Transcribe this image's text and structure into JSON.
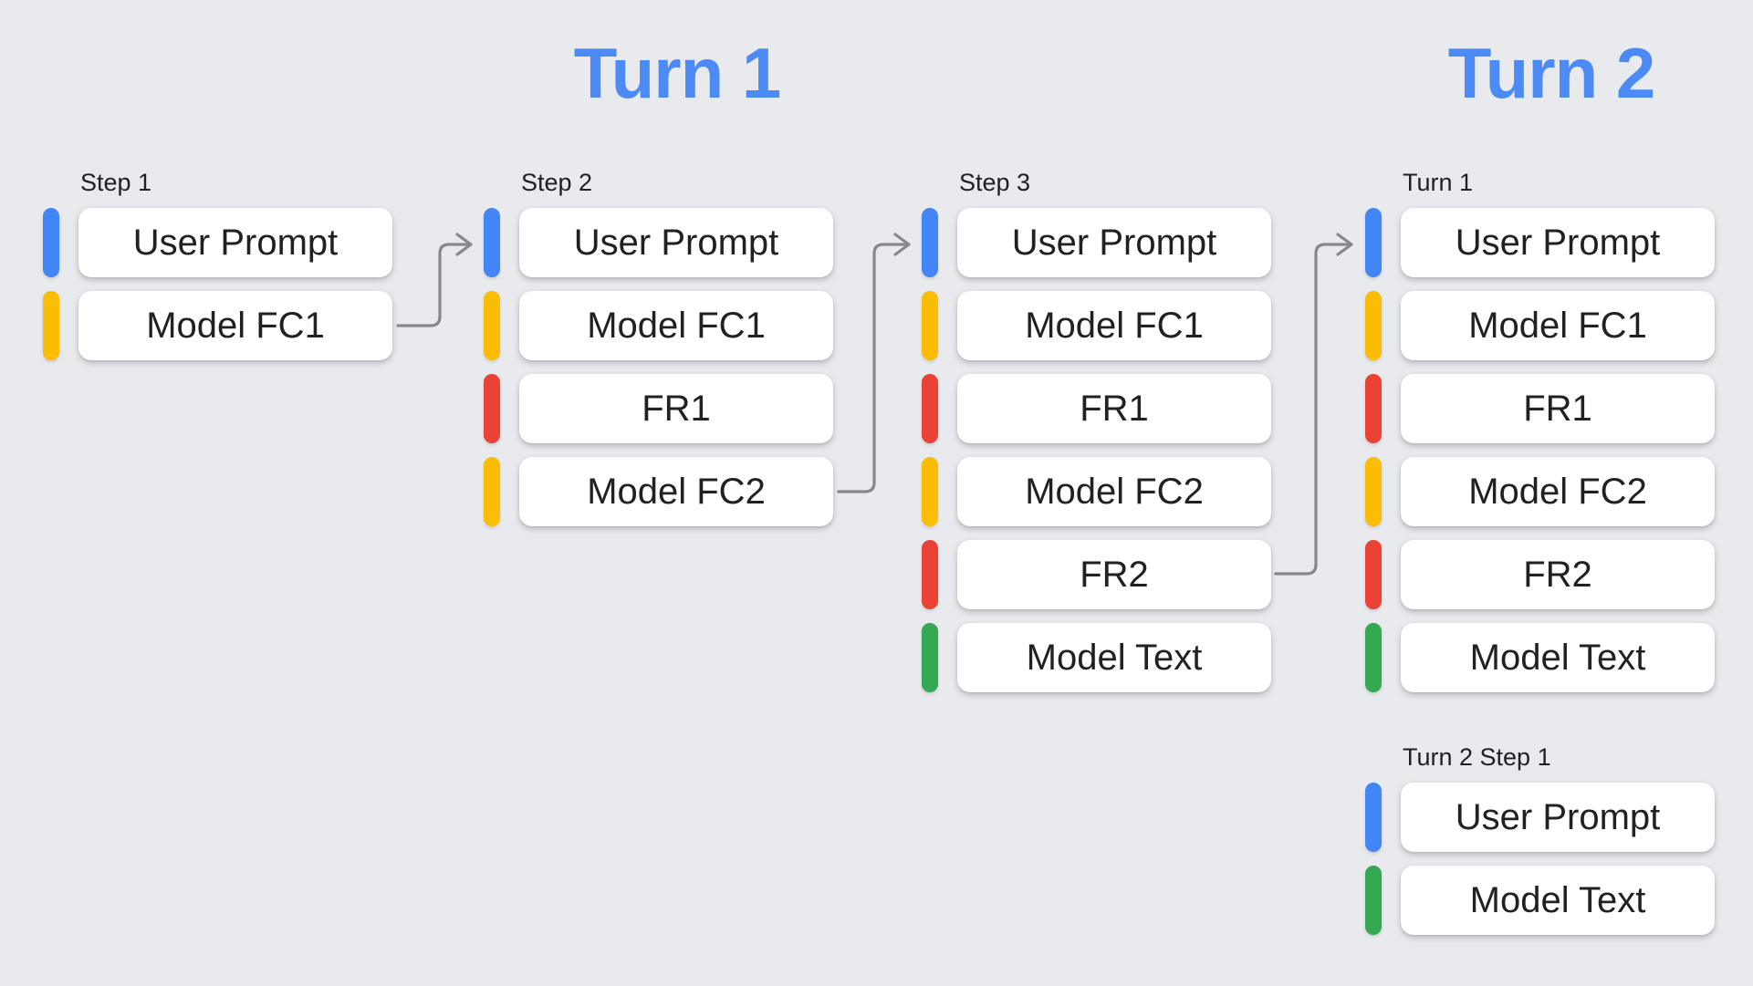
{
  "titles": {
    "turn1": "Turn 1",
    "turn2": "Turn 2"
  },
  "colors": {
    "background": "#E9EAEE",
    "box": "#FFFFFF",
    "text": "#202124",
    "title_blue": "#4C8BF5",
    "arrow": "#85898D",
    "blue": "#4285F4",
    "yellow": "#FBBC04",
    "red": "#EA4335",
    "green": "#34A853"
  },
  "columns": [
    {
      "label": "Step 1",
      "boxes": [
        {
          "label": "User Prompt",
          "type": "user-prompt"
        },
        {
          "label": "Model FC1",
          "type": "model-function-call"
        }
      ]
    },
    {
      "label": "Step 2",
      "boxes": [
        {
          "label": "User Prompt",
          "type": "user-prompt"
        },
        {
          "label": "Model FC1",
          "type": "model-function-call"
        },
        {
          "label": "FR1",
          "type": "function-response"
        },
        {
          "label": "Model FC2",
          "type": "model-function-call"
        }
      ]
    },
    {
      "label": "Step 3",
      "boxes": [
        {
          "label": "User Prompt",
          "type": "user-prompt"
        },
        {
          "label": "Model FC1",
          "type": "model-function-call"
        },
        {
          "label": "FR1",
          "type": "function-response"
        },
        {
          "label": "Model FC2",
          "type": "model-function-call"
        },
        {
          "label": "FR2",
          "type": "function-response"
        },
        {
          "label": "Model Text",
          "type": "model-text"
        }
      ]
    },
    {
      "label": "Turn 1",
      "boxes": [
        {
          "label": "User Prompt",
          "type": "user-prompt"
        },
        {
          "label": "Model FC1",
          "type": "model-function-call"
        },
        {
          "label": "FR1",
          "type": "function-response"
        },
        {
          "label": "Model FC2",
          "type": "model-function-call"
        },
        {
          "label": "FR2",
          "type": "function-response"
        },
        {
          "label": "Model Text",
          "type": "model-text"
        }
      ]
    },
    {
      "label": "Turn 2 Step 1",
      "boxes": [
        {
          "label": "User Prompt",
          "type": "user-prompt"
        },
        {
          "label": "Model Text",
          "type": "model-text"
        }
      ]
    }
  ]
}
